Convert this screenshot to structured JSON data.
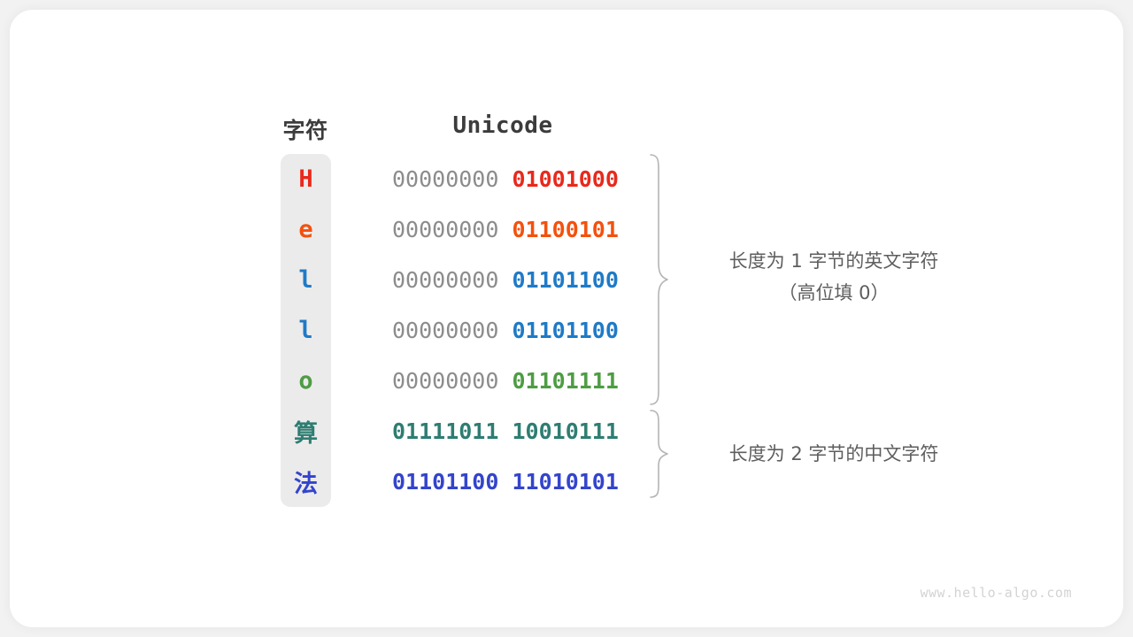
{
  "headers": {
    "character": "字符",
    "unicode": "Unicode"
  },
  "colors": {
    "red": "#e8291c",
    "orange": "#f4510d",
    "blue": "#1f7ac7",
    "green": "#4e9c43",
    "teal": "#2e7d72",
    "indigo": "#3344cc",
    "gray_bits": "#8c8c8c",
    "column_bg": "#ebebeb",
    "text_dark": "#3c3c3c",
    "annotation": "#5e5e5e",
    "watermark": "#d3d3d3",
    "card_bg": "#ffffff",
    "page_bg": "#f2f2f2"
  },
  "rows": [
    {
      "char": "H",
      "high": "00000000",
      "low": "01001000",
      "color": "#e8291c",
      "high_color": "#8c8c8c",
      "high_strong": false,
      "cjk": false
    },
    {
      "char": "e",
      "high": "00000000",
      "low": "01100101",
      "color": "#f4510d",
      "high_color": "#8c8c8c",
      "high_strong": false,
      "cjk": false
    },
    {
      "char": "l",
      "high": "00000000",
      "low": "01101100",
      "color": "#1f7ac7",
      "high_color": "#8c8c8c",
      "high_strong": false,
      "cjk": false
    },
    {
      "char": "l",
      "high": "00000000",
      "low": "01101100",
      "color": "#1f7ac7",
      "high_color": "#8c8c8c",
      "high_strong": false,
      "cjk": false
    },
    {
      "char": "o",
      "high": "00000000",
      "low": "01101111",
      "color": "#4e9c43",
      "high_color": "#8c8c8c",
      "high_strong": false,
      "cjk": false
    },
    {
      "char": "算",
      "high": "01111011",
      "low": "10010111",
      "color": "#2e7d72",
      "high_color": "#2e7d72",
      "high_strong": true,
      "cjk": true
    },
    {
      "char": "法",
      "high": "01101100",
      "low": "11010101",
      "color": "#3344cc",
      "high_color": "#3344cc",
      "high_strong": true,
      "cjk": true
    }
  ],
  "annotations": [
    {
      "line1": "长度为 1 字节的英文字符",
      "line2": "（高位填 0）"
    },
    {
      "line1": "长度为 2 字节的中文字符",
      "line2": ""
    }
  ],
  "watermark": "www.hello-algo.com"
}
